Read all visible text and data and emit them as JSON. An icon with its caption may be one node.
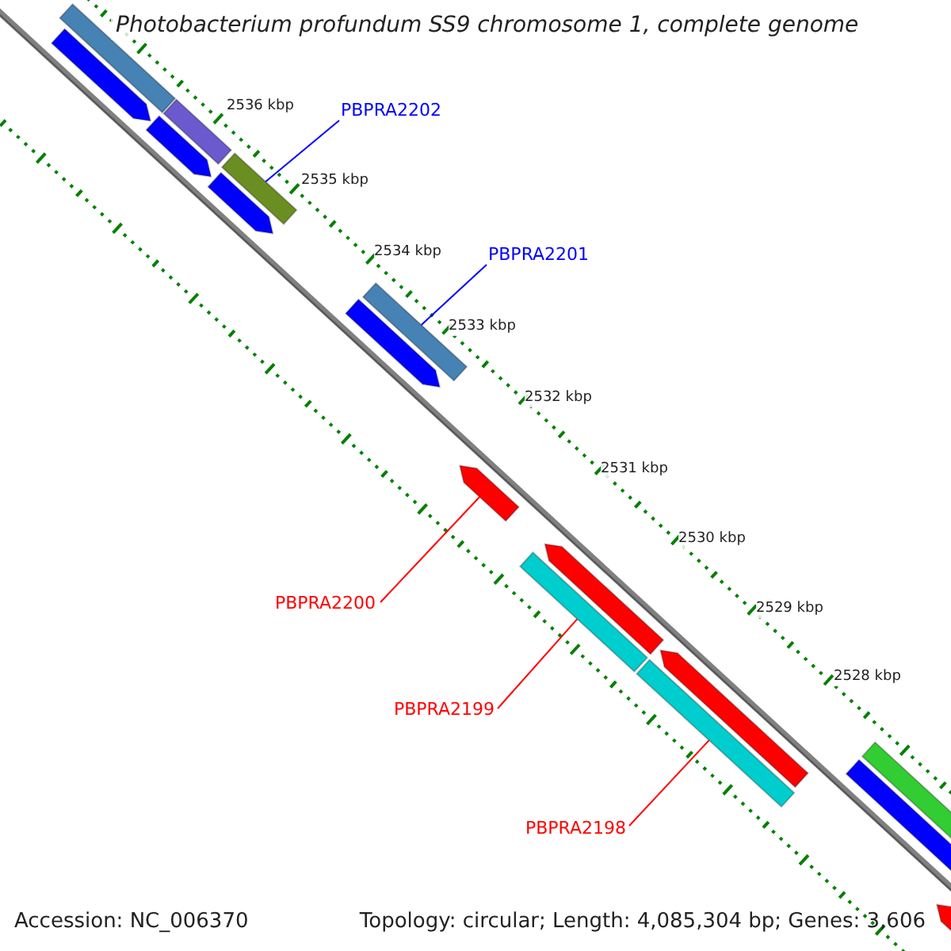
{
  "diagram": {
    "title": "Photobacterium profundum SS9 chromosome 1, complete genome",
    "nodes": [
      {
        "text": [],
        "shape": "bar"
      },
      {
        "text": [],
        "shape": "bar"
      },
      {
        "text": [],
        "shape": "bar"
      },
      {
        "text": [
          "PBPRA2202"
        ]
      },
      {
        "text": [],
        "shape": "bar"
      },
      {
        "text": [],
        "shape": "bar"
      },
      {
        "text": [],
        "shape": "bar"
      },
      {
        "text": [
          "PBPRA2201"
        ]
      },
      {
        "text": [],
        "shape": "bar"
      },
      {
        "text": [],
        "shape": "bar"
      },
      {
        "text": [],
        "shape": "bar"
      },
      {
        "text": [
          "PBPRA2200"
        ]
      },
      {
        "text": [],
        "shape": "bar"
      },
      {
        "text": [],
        "shape": "bar"
      },
      {
        "text": [
          "PBPRA2199"
        ]
      },
      {
        "text": [],
        "shape": "bar"
      },
      {
        "text": [],
        "shape": "bar"
      },
      {
        "text": [
          "PBPRA2198"
        ]
      },
      {
        "text": [],
        "shape": "bar"
      },
      {
        "text": [],
        "shape": "bar"
      },
      {
        "text": [],
        "shape": "bar"
      }
    ],
    "edges": [
      {
        "from": 3,
        "to": 5,
        "arrow": "none",
        "color": "#0000ff"
      },
      {
        "from": 7,
        "to": 8,
        "arrow": "none",
        "color": "#0000ff"
      },
      {
        "from": 11,
        "to": 10,
        "arrow": "none"
      },
      {
        "from": 14,
        "to": 13,
        "arrow": "none"
      },
      {
        "from": 17,
        "to": 16,
        "arrow": "none"
      }
    ],
    "labels": [
      "2536 kbp",
      "2535 kbp",
      "2534 kbp",
      "2533 kbp",
      "2532 kbp",
      "2531 kbp",
      "2530 kbp",
      "2529 kbp",
      "2528 kbp",
      "Accession: NC_006370",
      "Topology: circular; Length: 4,085,304 bp; Genes: 3,606"
    ]
  }
}
